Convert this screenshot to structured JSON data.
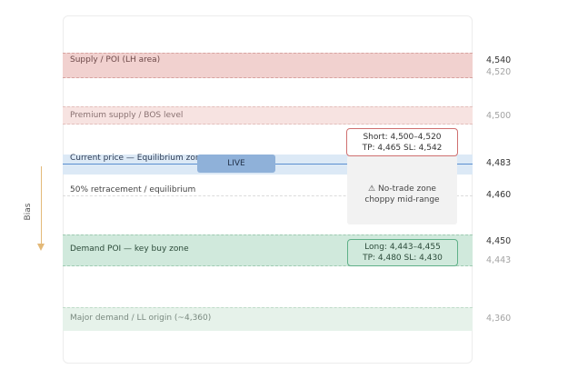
{
  "bias_label": "Bias",
  "bands": {
    "supply_poi": "Supply / POI (LH area)",
    "premium_supply": "Premium supply / BOS level",
    "current_price": "Current price — Equilibrium zone",
    "retracement": "50% retracement / equilibrium",
    "demand_poi": "Demand POI — key buy zone",
    "major_demand": "Major demand / LL origin (~4,360)"
  },
  "live_badge": "LIVE",
  "prices": {
    "p4540": "4,540",
    "p4520": "4,520",
    "p4500": "4,500",
    "p4483": "4,483",
    "p4460": "4,460",
    "p4450": "4,450",
    "p4443": "4,443",
    "p4360": "4,360"
  },
  "short_box": {
    "line1": "Short: 4,500–4,520",
    "line2": "TP: 4,465 SL: 4,542"
  },
  "no_trade_box": {
    "icon": "⚠",
    "line1": "No-trade zone",
    "line2": "choppy mid-range"
  },
  "long_box": {
    "line1": "Long: 4,443–4,455",
    "line2": "TP: 4,480 SL: 4,430"
  },
  "colors": {
    "supply": "#f1d1cf",
    "premium": "#f7e3e1",
    "current": "#dce9f6",
    "demand": "#d0e9dc",
    "major_demand": "#e6f2ea",
    "live": "#8fb1d9",
    "price_line": "#5b8fcf",
    "bias_arrow": "#e3b978"
  }
}
